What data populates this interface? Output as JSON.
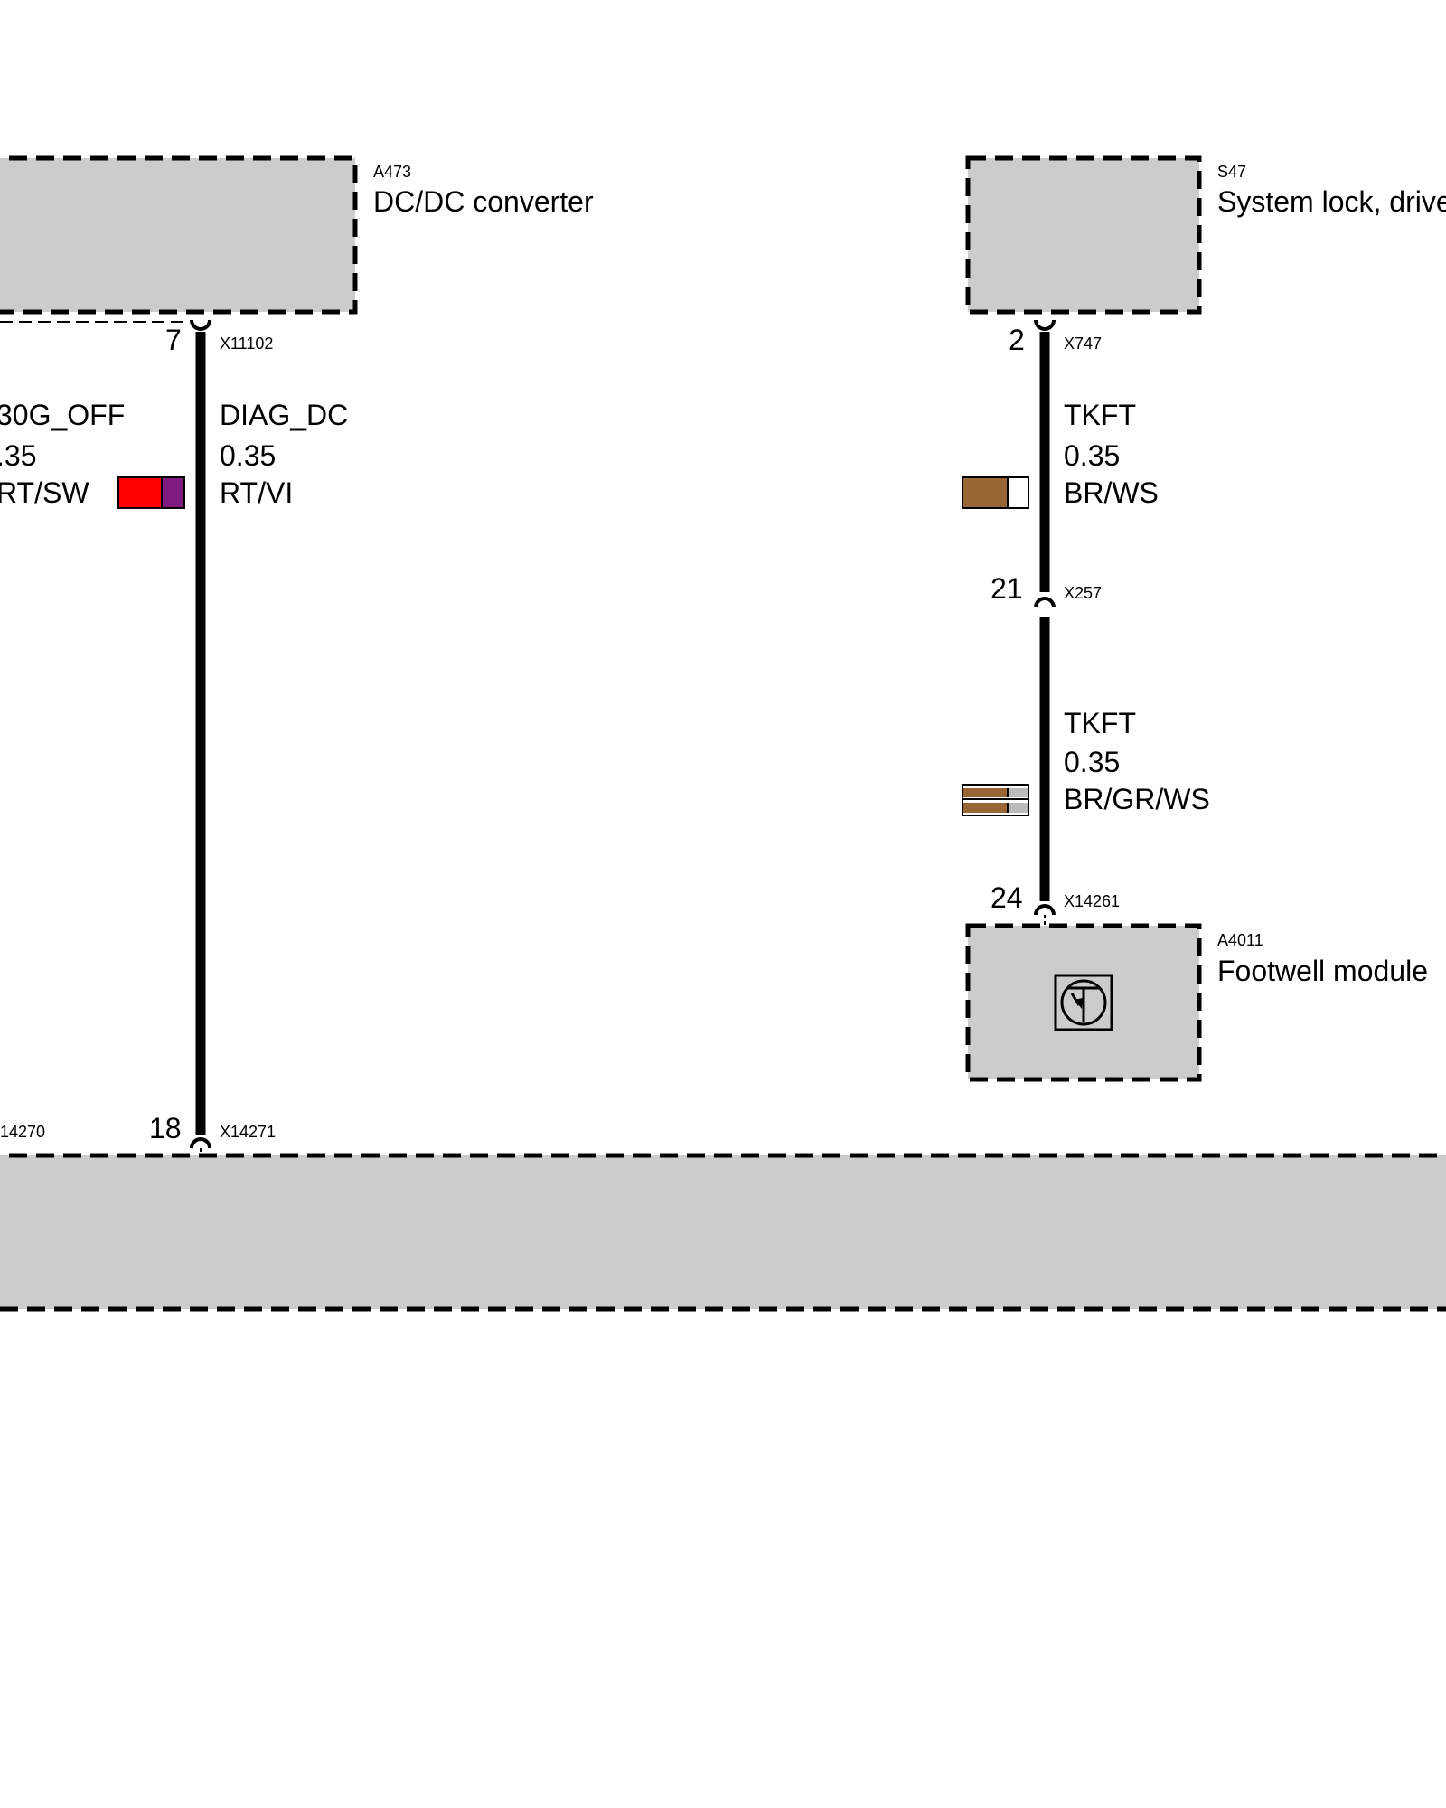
{
  "colors": {
    "module_fill": "#cccccc",
    "rt": "#ff0000",
    "vi": "#7f1a7f",
    "br": "#9a6535",
    "ws": "#ffffff",
    "gr": "#bbbbbb"
  },
  "components": {
    "a473": {
      "id": "A473",
      "name": "DC/DC converter"
    },
    "s47": {
      "id": "S47",
      "name": "System lock, drive"
    },
    "a4011": {
      "id": "A4011",
      "name": "Footwell module",
      "icon": "transistor-icon"
    }
  },
  "connectors": {
    "x11102": {
      "code": "X11102",
      "pin": "7"
    },
    "x747": {
      "code": "X747",
      "pin": "2"
    },
    "x257": {
      "code": "X257",
      "pin": "21"
    },
    "x14261": {
      "code": "X14261",
      "pin": "24"
    },
    "x14271": {
      "code": "X14271",
      "pin": "18"
    },
    "x14270": {
      "code": "14270"
    }
  },
  "wires": {
    "left_partial": {
      "signal": "30G_OFF",
      "gauge": ".35",
      "color": "RT/SW"
    },
    "diag_dc": {
      "signal": "DIAG_DC",
      "gauge": "0.35",
      "color": "RT/VI"
    },
    "tkft_upper": {
      "signal": "TKFT",
      "gauge": "0.35",
      "color": "BR/WS"
    },
    "tkft_lower": {
      "signal": "TKFT",
      "gauge": "0.35",
      "color": "BR/GR/WS"
    }
  }
}
